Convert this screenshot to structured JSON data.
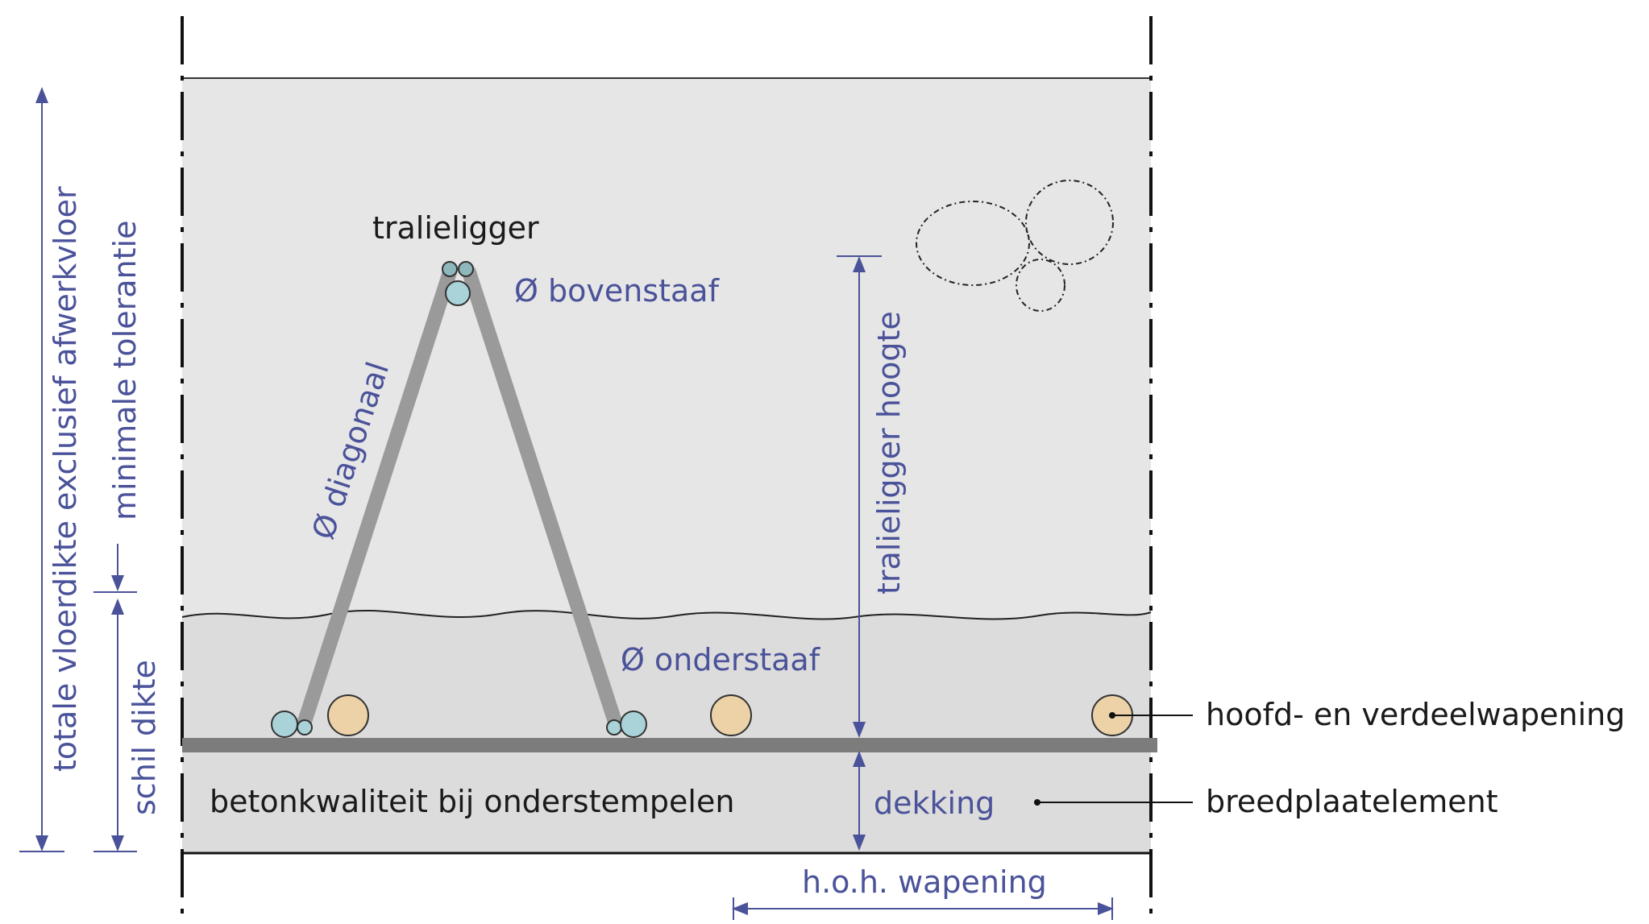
{
  "labels": {
    "tralieligger": "tralieligger",
    "bovenstaaf": "Ø bovenstaaf",
    "diagonaal": "Ø diagonaal",
    "onderstaaf": "Ø onderstaaf",
    "tralieligger_hoogte": "tralieligger hoogte",
    "totale_vloerdikte": "totale vloerdikte exclusief afwerkvloer",
    "minimale_tolerantie": "minimale tolerantie",
    "schil_dikte": "schil dikte",
    "betonkwaliteit": "betonkwaliteit bij onderstempelen",
    "dekking": "dekking",
    "hoh_wapening": "h.o.h. wapening",
    "hoofd_verdeelwapening": "hoofd- en verdeelwapening",
    "breedplaatelement": "breedplaatelement"
  },
  "colors": {
    "slab_fill": "#e6e6e6",
    "shell_fill": "#dedede",
    "truss_steel": "#9a9a9a",
    "bottom_bar": "#7c7c7c",
    "blue_bar": "#a9d3d8",
    "main_rebar": "#ecd2a6",
    "dimension_blue": "#4a5299",
    "text_dark": "#1a1a1a"
  }
}
